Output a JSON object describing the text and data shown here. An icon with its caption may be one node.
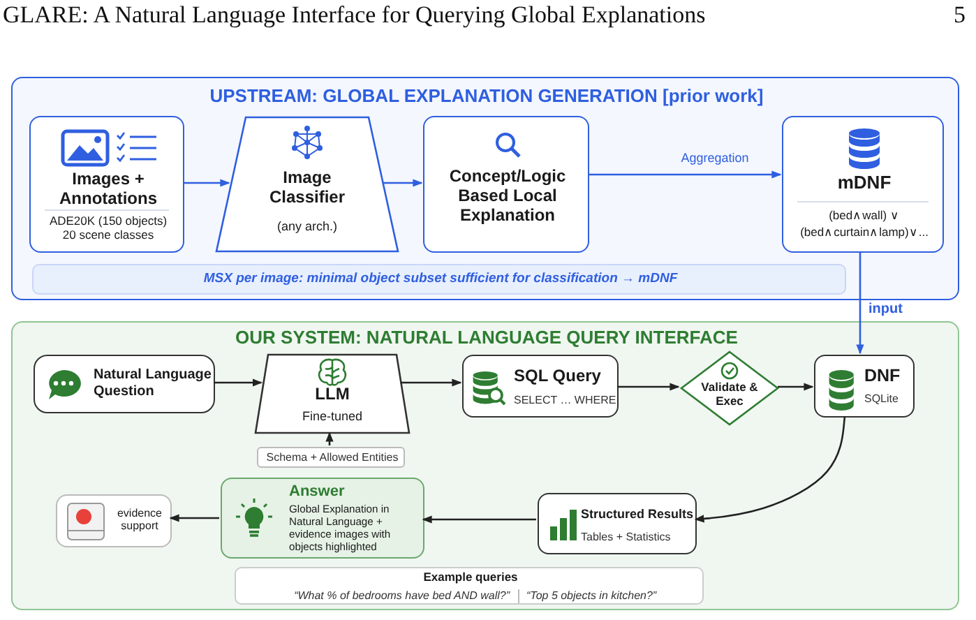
{
  "diagram": {
    "nodes": [
      {
        "text": [
          "UPSTREAM: GLOBAL EXPLANATION GENERATION [prior work]"
        ]
      },
      {
        "text": [
          "Images + Annotations",
          "ADE20K (150 objects) 20 scene classes"
        ],
        "in": 0
      },
      {
        "text": [
          "Image Classifier",
          "(any arch.)"
        ],
        "in": 0
      },
      {
        "text": [
          "Concept/Logic Based Local Explanation"
        ],
        "in": 0
      },
      {
        "text": [
          "mDNF",
          "(bed∧wall) ∨ (bed∧curtain∧lamp)∨..."
        ],
        "in": 0
      },
      {
        "text": [
          "MSX per image: minimal object subset sufficient for classification → mDNF"
        ],
        "in": 0
      },
      {
        "text": [
          "OUR SYSTEM: NATURAL LANGUAGE QUERY INTERFACE"
        ]
      },
      {
        "text": [
          "Natural Language Question"
        ],
        "in": 6
      },
      {
        "text": [
          "LLM",
          "Fine-tuned"
        ],
        "in": 6
      },
      {
        "text": [
          "Schema + Allowed Entities"
        ],
        "in": 6
      },
      {
        "text": [
          "SQL Query",
          "SELECT … WHERE"
        ],
        "in": 6
      },
      {
        "text": [
          "Validate & Exec"
        ],
        "in": 6
      },
      {
        "text": [
          "DNF",
          "SQLite"
        ],
        "in": 6
      },
      {
        "text": [
          "Structured Results",
          "Tables + Statistics"
        ],
        "in": 6
      },
      {
        "text": [
          "Answer",
          "Global Explanation in Natural Language + evidence images with objects highlighted"
        ],
        "in": 6
      },
      {
        "text": [
          "evidence support"
        ],
        "in": 6
      },
      {
        "text": [
          "Example queries",
          "“What % of bedrooms have bed AND wall?”",
          "“Top 5 objects in kitchen?”"
        ],
        "in": 6
      }
    ],
    "edges": [
      {
        "from": 1,
        "to": 2,
        "arrow": "to",
        "color": "#2f5fe0"
      },
      {
        "from": 2,
        "to": 3,
        "arrow": "to",
        "color": "#2f5fe0"
      },
      {
        "from": 3,
        "to": 4,
        "arrow": "to",
        "label": "Aggregation",
        "color": "#2f5fe0"
      },
      {
        "from": 4,
        "to": 12,
        "arrow": "to",
        "label": "input",
        "color": "#2f5fe0"
      },
      {
        "from": 7,
        "to": 8,
        "arrow": "to"
      },
      {
        "from": 8,
        "to": 10,
        "arrow": "to"
      },
      {
        "from": 10,
        "to": 11,
        "arrow": "to"
      },
      {
        "from": 11,
        "to": 12,
        "arrow": "to"
      },
      {
        "from": 12,
        "to": 13,
        "arrow": "to"
      },
      {
        "from": 13,
        "to": 14,
        "arrow": "to"
      },
      {
        "from": 14,
        "to": 15,
        "arrow": "to"
      },
      {
        "from": 9,
        "to": 8,
        "arrow": "to"
      }
    ],
    "labels": [
      "GLARE: A Natural Language Interface for Querying Global Explanations",
      "5"
    ]
  }
}
